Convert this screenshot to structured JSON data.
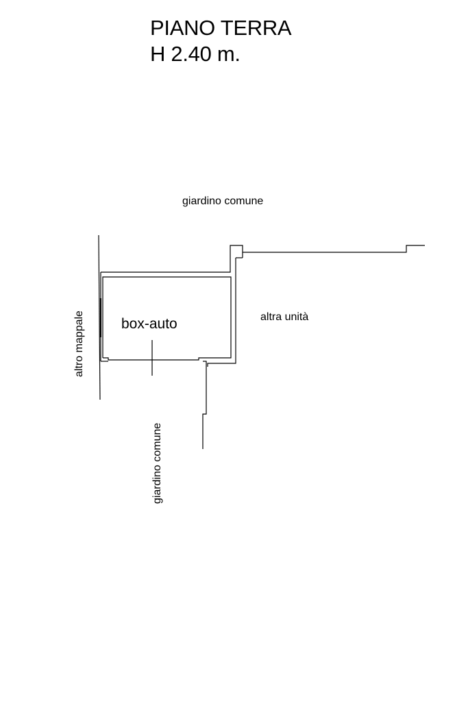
{
  "title": {
    "floor": "PIANO TERRA",
    "height": "H 2.40 m."
  },
  "labels": {
    "garden_top": "giardino comune",
    "other_unit": "altra unità",
    "other_parcel": "altro mappale",
    "garden_bottom": "giardino comune",
    "room": "box-auto"
  }
}
